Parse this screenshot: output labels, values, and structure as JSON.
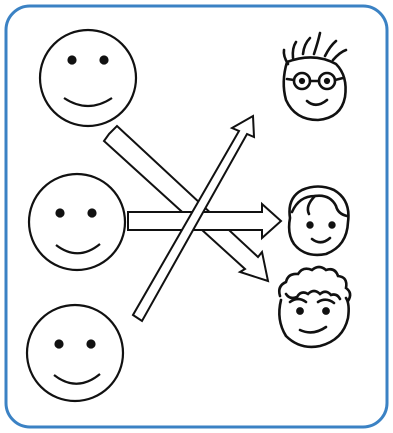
{
  "colors": {
    "frame": "#3b82c4",
    "ink": "#111111",
    "background": "#ffffff"
  },
  "diagram": {
    "left_faces": [
      {
        "id": "smiley-top",
        "icon": "smiley-face-icon"
      },
      {
        "id": "smiley-middle",
        "icon": "smiley-face-icon"
      },
      {
        "id": "smiley-bottom",
        "icon": "smiley-face-icon"
      }
    ],
    "right_faces": [
      {
        "id": "drawn-face-glasses",
        "icon": "face-with-glasses-icon"
      },
      {
        "id": "drawn-face-bangs",
        "icon": "face-with-bangs-icon"
      },
      {
        "id": "drawn-face-curly",
        "icon": "face-with-curly-hair-icon"
      }
    ],
    "arrows": [
      {
        "from": "smiley-top",
        "to": "drawn-face-curly"
      },
      {
        "from": "smiley-middle",
        "to": "drawn-face-bangs"
      },
      {
        "from": "smiley-bottom",
        "to": "drawn-face-glasses"
      }
    ]
  }
}
